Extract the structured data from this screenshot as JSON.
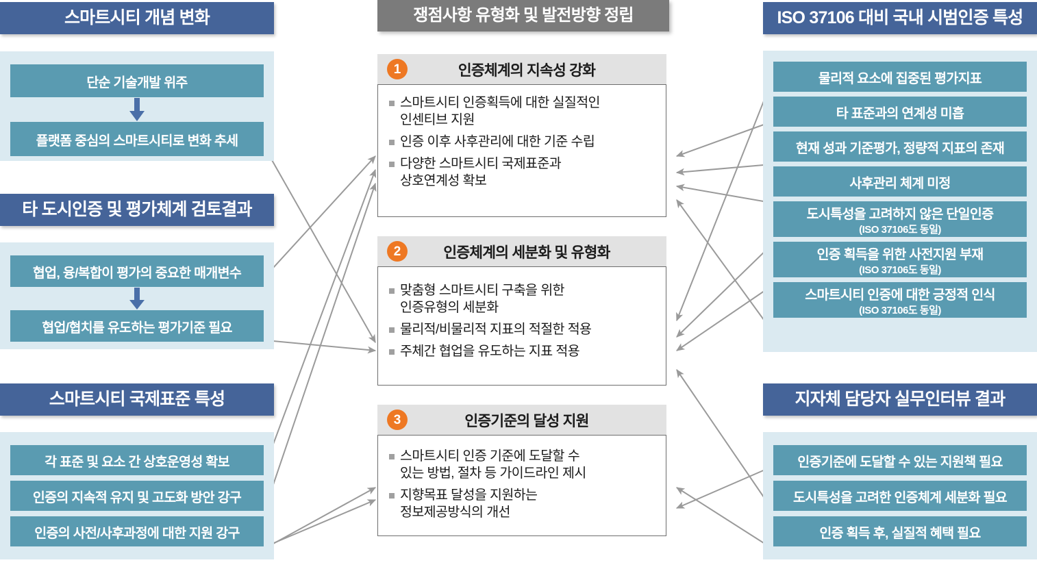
{
  "colors": {
    "header_blue": "#456499",
    "header_gray": "#7b7b7b",
    "teal_box": "#5a9bb1",
    "panel_light": "#dbeaf1",
    "badge_orange": "#ee7823",
    "group_title_gray": "#e2e2e2",
    "arrow_gray": "#9a9a9a",
    "down_arrow_blue": "#4a6fa8"
  },
  "left_column": {
    "sections": [
      {
        "title": "스마트시티 개념 변화",
        "boxes": [
          {
            "text": "단순 기술개발 위주",
            "sub": ""
          },
          {
            "text": "플랫폼 중심의 스마트시티로 변화 추세",
            "sub": ""
          }
        ],
        "has_down_arrow": true
      },
      {
        "title": "타 도시인증 및 평가체계 검토결과",
        "boxes": [
          {
            "text": "협업, 융/복합이 평가의 중요한 매개변수",
            "sub": ""
          },
          {
            "text": "협업/협치를 유도하는 평가기준 필요",
            "sub": ""
          }
        ],
        "has_down_arrow": true
      },
      {
        "title": "스마트시티 국제표준 특성",
        "boxes": [
          {
            "text": "각 표준 및 요소 간 상호운영성 확보",
            "sub": ""
          },
          {
            "text": "인증의 지속적 유지 및 고도화 방안 강구",
            "sub": ""
          },
          {
            "text": "인증의 사전/사후과정에 대한 지원 강구",
            "sub": ""
          }
        ],
        "has_down_arrow": false
      }
    ]
  },
  "center_column": {
    "header": "쟁점사항 유형화 및 발전방향 정립",
    "groups": [
      {
        "number": "1",
        "title": "인증체계의 지속성 강화",
        "bullets": [
          "스마트시티 인증획득에 대한 실질적인\n인센티브 지원",
          "인증 이후 사후관리에 대한 기준 수립",
          "다양한 스마트시티 국제표준과\n상호연계성 확보"
        ]
      },
      {
        "number": "2",
        "title": "인증체계의 세분화 및 유형화",
        "bullets": [
          "맞춤형 스마트시티 구축을 위한\n인증유형의 세분화",
          "물리적/비물리적 지표의 적절한 적용",
          "주체간 협업을 유도하는 지표 적용"
        ]
      },
      {
        "number": "3",
        "title": "인증기준의 달성 지원",
        "bullets": [
          "스마트시티 인증 기준에 도달할 수\n있는 방법, 절차 등 가이드라인 제시",
          "지향목표 달성을 지원하는\n정보제공방식의 개선"
        ]
      }
    ]
  },
  "right_column": {
    "sections": [
      {
        "title": "ISO 37106 대비 국내 시범인증 특성",
        "boxes": [
          {
            "text": "물리적 요소에 집중된 평가지표",
            "sub": ""
          },
          {
            "text": "타 표준과의 연계성 미흡",
            "sub": ""
          },
          {
            "text": "현재 성과 기준평가, 정량적 지표의 존재",
            "sub": ""
          },
          {
            "text": "사후관리 체계 미정",
            "sub": ""
          },
          {
            "text": "도시특성을 고려하지 않은 단일인증",
            "sub": "(ISO 37106도 동일)"
          },
          {
            "text": "인증 획득을 위한 사전지원 부재",
            "sub": "(ISO 37106도 동일)"
          },
          {
            "text": "스마트시티 인증에 대한 긍정적 인식",
            "sub": "(ISO 37106도 동일)"
          }
        ]
      },
      {
        "title": "지자체 담당자 실무인터뷰 결과",
        "boxes": [
          {
            "text": "인증기준에 도달할 수 있는 지원책 필요",
            "sub": ""
          },
          {
            "text": "도시특성을 고려한 인증체계 세분화 필요",
            "sub": ""
          },
          {
            "text": "인증 획득 후, 실질적 혜택 필요",
            "sub": ""
          }
        ]
      }
    ]
  },
  "connectors": {
    "description": "gray arrows linking side findings to center issue groups",
    "links": [
      {
        "from": "left.0.1",
        "to": "center.1"
      },
      {
        "from": "left.1.0",
        "to": "center.0"
      },
      {
        "from": "left.1.1",
        "to": "center.1"
      },
      {
        "from": "left.2.0",
        "to": "center.0"
      },
      {
        "from": "left.2.1",
        "to": "center.1"
      },
      {
        "from": "left.2.2",
        "to": "center.2"
      },
      {
        "from": "right.0.0",
        "to": "center.1"
      },
      {
        "from": "right.0.1",
        "to": "center.0"
      },
      {
        "from": "right.0.2",
        "to": "center.0"
      },
      {
        "from": "right.0.3",
        "to": "center.0"
      },
      {
        "from": "right.0.4",
        "to": "center.1"
      },
      {
        "from": "right.0.5",
        "to": "center.1"
      },
      {
        "from": "right.0.6",
        "to": "center.0"
      },
      {
        "from": "right.1.0",
        "to": "center.2"
      },
      {
        "from": "right.1.1",
        "to": "center.1"
      },
      {
        "from": "right.1.2",
        "to": "center.2"
      }
    ]
  }
}
